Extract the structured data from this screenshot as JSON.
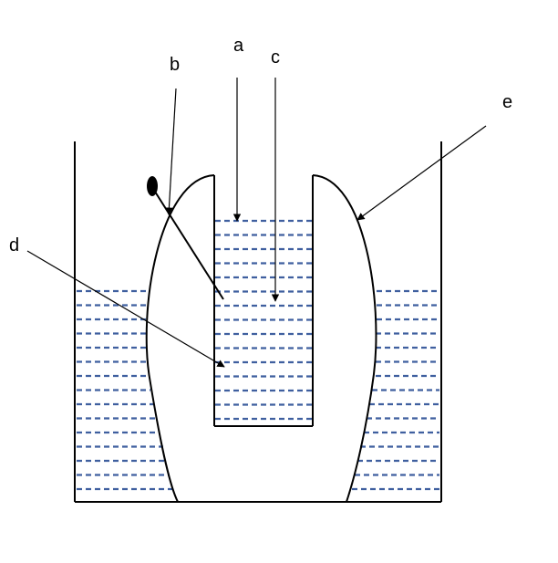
{
  "labels": {
    "a": "a",
    "b": "b",
    "c": "c",
    "d": "d",
    "e": "e"
  },
  "colors": {
    "water_lines": "#3f5f9f",
    "outline": "#000000",
    "background": "#ffffff"
  }
}
